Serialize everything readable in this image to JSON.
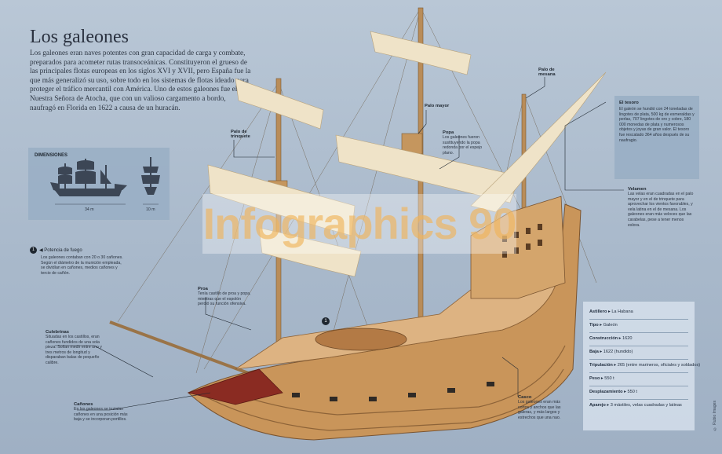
{
  "title": "Los galeones",
  "intro": "Los galeones eran naves potentes con gran capacidad de carga y combate, preparados para acometer rutas transoceánicas. Constituyeron el grueso de las principales flotas europeas en los siglos XVI y XVII, pero España fue la que más generalizó su uso, sobre todo en los sistemas de flotas ideado para proteger el tráfico mercantil con América. Uno de estos galeones fue el Nuestra Señora de Atocha, que con un valioso cargamento a bordo, naufragó en Florida en 1622 a causa de un huracán.",
  "dimensions": {
    "heading": "DIMENSIONES",
    "length": "34 m",
    "beam": "10 m"
  },
  "labels": {
    "palo_mesana": "Palo de mesana",
    "palo_mayor": "Palo mayor",
    "palo_trinquete": "Palo de trinquete",
    "popa_title": "Popa",
    "popa_text": "Los galeones fueron sustituyendo la popa redonda por el espejo plano.",
    "proa_title": "Proa",
    "proa_text": "Tenía castillo de proa y popa, mientras que el espolón perdió su función ofensiva.",
    "culebrinas_title": "Culebrinas",
    "culebrinas_text": "Situadas en los castillos, eran cañones fundidos de una sola pieza. Solían medir entre uno y tres metros de longitud y disparaban balas de pequeño calibre.",
    "canones_title": "Cañones",
    "canones_text": "En los galeones se instalan cañones en una posición más baja y se incorporan portillos.",
    "casco_title": "Casco",
    "casco_text": "Los galeones eran más cortos y anchos que las galeras, y más largos y estrechos que una nao.",
    "velamen_title": "Velamen",
    "velamen_text": "Las velas eran cuadradas en el palo mayor y en el de trinquete para aprovechar los vientos favorables, y vela latina en el de mesana. Los galeones eran más veloces que las carabelas, pese a tener menos eslora.",
    "potencia_num": "1",
    "potencia_title": "◀ Potencia de fuego",
    "potencia_text": "Los galeones contaban con 20 o 30 cañones. Según el diámetro de la munición empleada, se dividían en cañones, medios cañones y tercio de cañón.",
    "marker_1": "1"
  },
  "tesoro": {
    "title": "El tesoro",
    "text": "El galeón se hundió con 24 toneladas de lingotes de plata, 500 kg de esmeraldas y perlas, 707 lingotes de oro y cobre, 180 000 monedas de plata y numerosos objetos y joyas de gran valor. El tesoro fue rescatado 364 años después de su naufragio."
  },
  "specs": [
    {
      "k": "Astillero",
      "v": "La Habana"
    },
    {
      "k": "Tipo",
      "v": "Galeón"
    },
    {
      "k": "Construcción",
      "v": "1620"
    },
    {
      "k": "Baja",
      "v": "1622 (hundido)"
    },
    {
      "k": "Tripulación",
      "v": "265 (entre marineros, oficiales y soldados)"
    },
    {
      "k": "Peso",
      "v": "550 t"
    },
    {
      "k": "Desplazamiento",
      "v": "550 t"
    },
    {
      "k": "Aparejo",
      "v": "3 mástiles, velas cuadradas y latinas"
    }
  ],
  "watermark": "Infographics 90",
  "credit": "© Rubio Images",
  "colors": {
    "background": "#b0c0d2",
    "hull": "#c9955a",
    "sail": "#efe3c8",
    "box": "#96acc3"
  }
}
